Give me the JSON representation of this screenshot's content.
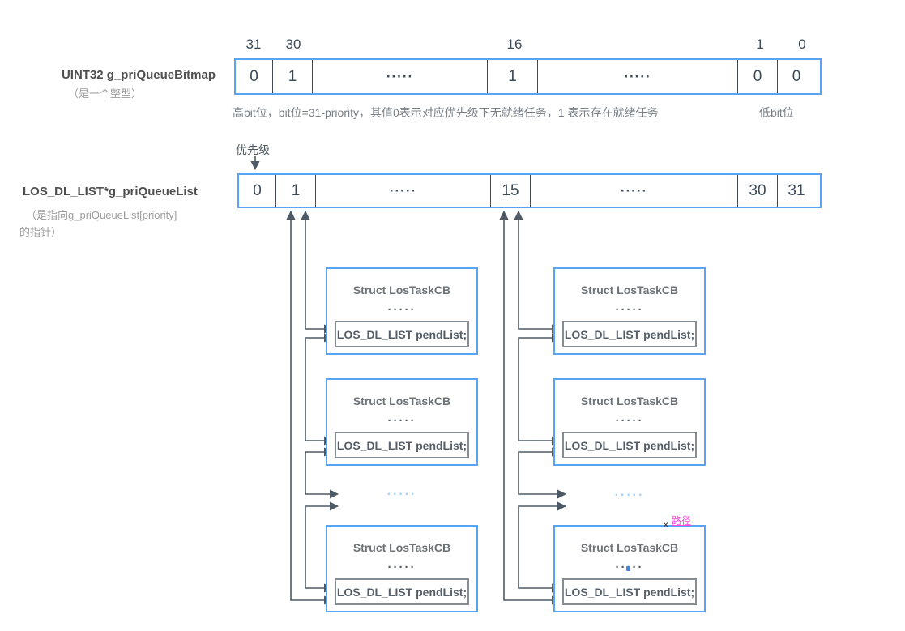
{
  "bitmap_row": {
    "variable": "UINT32 g_priQueueBitmap",
    "note": "（是一个整型）",
    "bit_labels": [
      "31",
      "30",
      "16",
      "1",
      "0"
    ],
    "cells": [
      "0",
      "1",
      "·····",
      "1",
      "·····",
      "0",
      "0"
    ],
    "caption": "高bit位，bit位=31-priority，其值0表示对应优先级下无就绪任务，1 表示存在就绪任务",
    "caption_right": "低bit位"
  },
  "queue_row": {
    "variable": "LOS_DL_LIST*g_priQueueList",
    "note_line1": "（是指向g_priQueueList[priority]",
    "note_line2": "的指针）",
    "priority_label": "优先级",
    "cells": [
      "0",
      "1",
      "·····",
      "15",
      "·····",
      "30",
      "31"
    ]
  },
  "task_box": {
    "title": "Struct LosTaskCB",
    "dots": "·····",
    "pendlist": "LOS_DL_LIST pendList;"
  },
  "ellipsis_between_boxes": "·····",
  "path_label": "路径",
  "cursor_mark": "✕",
  "colors": {
    "accent_blue_border": "#58a3f2",
    "cell_text": "#3d4b59",
    "connector": "#4d5a66",
    "light_blue_dots": "#a6d3f7",
    "pink_path_label": "#f44fdb",
    "gray_note": "#9d9d9d"
  }
}
